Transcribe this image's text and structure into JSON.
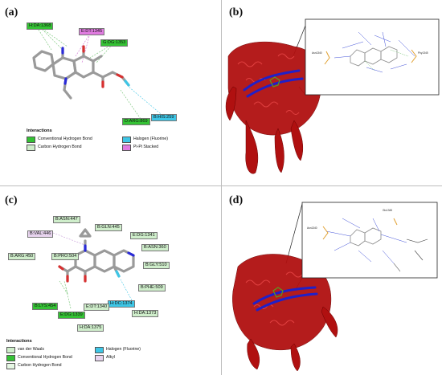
{
  "panels": {
    "a": {
      "label": "(a)",
      "residues": {
        "h_da_1368": "H:DA:1368",
        "e_dt_1345": "E:DT:1345",
        "g_dg_1353": "G:DG:1353",
        "d_arg_869": "D:ARG:869",
        "b_his_259": "B:HIS:259"
      },
      "legend": {
        "title": "Interactions",
        "items": [
          {
            "label": "Conventional Hydrogen Bond",
            "color": "#34c234"
          },
          {
            "label": "Carbon Hydrogen Bond",
            "color": "#cfeecb"
          },
          {
            "label": "Halogen (Fluorine)",
            "color": "#3ec6e6"
          },
          {
            "label": "Pi-Pi Stacked",
            "color": "#e07be0"
          }
        ]
      }
    },
    "b": {
      "label": "(b)",
      "inset_labels": {
        "left": "Asn1340",
        "right": "Phy1345"
      }
    },
    "c": {
      "label": "(c)",
      "residues": {
        "b_asn_447": "B:ASN:447",
        "b_gln_445": "B:GLN:445",
        "e_dg_1341": "E:DG:1341",
        "b_val_446": "B:VAL:446",
        "b_asn_360": "B:ASN:360",
        "b_arg_450": "B:ARG:450",
        "b_pro_504": "B:PRO:504",
        "b_gly_510": "B:GLY:510",
        "b_phe_509": "B:PHE:509",
        "h_dc_1374": "H:DC:1374",
        "b_lys_454": "B:LYS:454",
        "e_dt_1340": "E:DT:1340",
        "h_da_1373": "H:DA:1373",
        "e_dg_1339": "E:DG:1339",
        "h_da_1375": "H:DA:1375"
      },
      "legend": {
        "title": "Interactions",
        "items": [
          {
            "label": "van der Waals",
            "color": "#cfeecb"
          },
          {
            "label": "Conventional Hydrogen Bond",
            "color": "#34c234"
          },
          {
            "label": "Carbon Hydrogen Bond",
            "color": "#e6f7e4"
          },
          {
            "label": "Halogen (Fluorine)",
            "color": "#3ec6e6"
          },
          {
            "label": "Alkyl",
            "color": "#e8d4ef"
          }
        ]
      }
    },
    "d": {
      "label": "(d)",
      "inset_labels": {
        "top": "Glu1345",
        "left": "Asn1340"
      }
    }
  },
  "colors": {
    "protein": "#b01010",
    "dna": "#2020c8",
    "ligand": "#9a9a9a",
    "nitrogen": "#2a2ad8",
    "oxygen": "#d83030"
  }
}
